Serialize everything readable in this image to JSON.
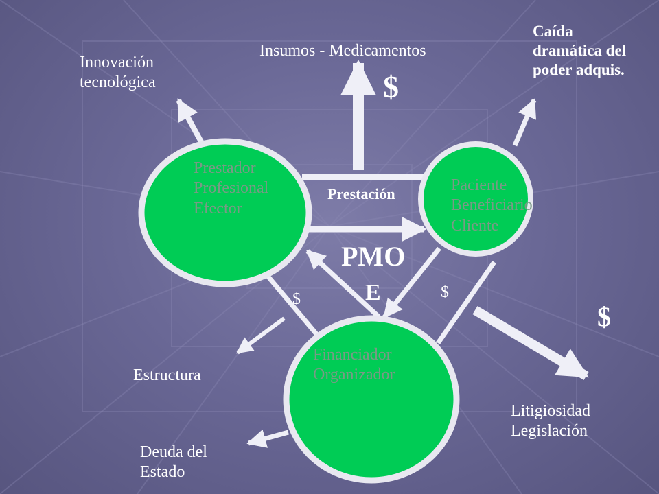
{
  "diagram": {
    "nodes": {
      "prestador": {
        "lines": [
          "Prestador",
          "Profesional",
          "Efector"
        ]
      },
      "paciente": {
        "lines": [
          "Paciente",
          "Beneficiario",
          "Cliente"
        ]
      },
      "financiador": {
        "lines": [
          "Financiador",
          "Organizador"
        ]
      }
    },
    "labels": {
      "prestacion": "Prestación",
      "pmoe_line1": "PMO",
      "pmoe_line2": "E",
      "dollar_left": "$",
      "dollar_right": "$",
      "dollar_insumos": "$",
      "dollar_litigiosidad": "$",
      "innovacion": [
        "Innovación",
        "tecnológica"
      ],
      "insumos": "Insumos  -  Medicamentos",
      "caida": [
        "Caída",
        "dramática del",
        "poder adquis."
      ],
      "estructura": "Estructura",
      "deuda": [
        "Deuda del",
        "Estado"
      ],
      "litigiosidad": [
        "Litigiosidad",
        "Legislación"
      ]
    },
    "colors": {
      "node_fill": "#00cc55",
      "node_border": "#e8e8f0",
      "arrow": "#efeff7",
      "node_text": "#7a9a86",
      "label_text": "#ffffff"
    }
  }
}
